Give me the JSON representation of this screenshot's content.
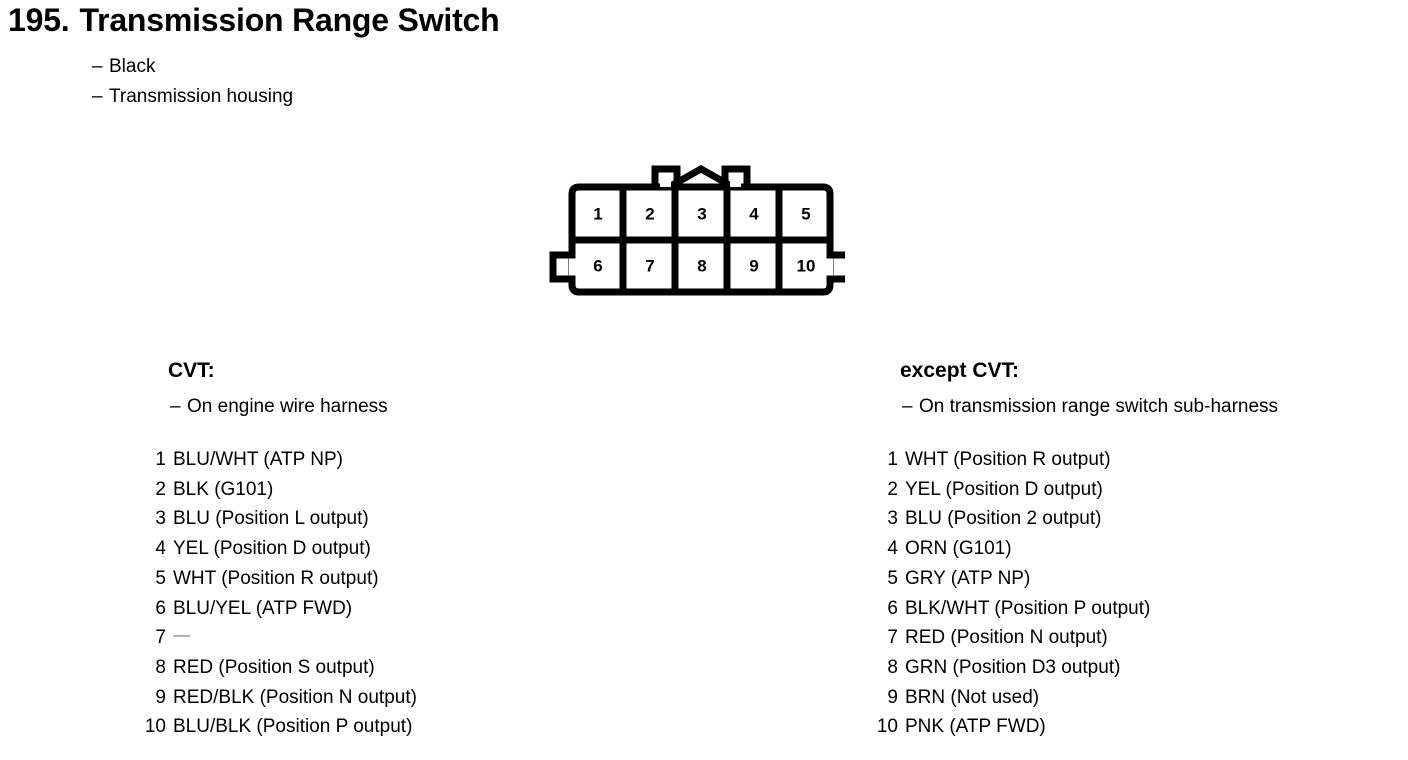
{
  "title": {
    "number": "195.",
    "name": "Transmission Range Switch"
  },
  "header_notes": [
    "Black",
    "Transmission housing"
  ],
  "connector": {
    "top_row": [
      "1",
      "2",
      "3",
      "4",
      "5"
    ],
    "bottom_row": [
      "6",
      "7",
      "8",
      "9",
      "10"
    ]
  },
  "columns": [
    {
      "title": "CVT:",
      "subtitle": "On engine wire harness",
      "pins": [
        {
          "idx": "1",
          "desc": "BLU/WHT (ATP NP)"
        },
        {
          "idx": "2",
          "desc": "BLK (G101)"
        },
        {
          "idx": "3",
          "desc": "BLU (Position L output)"
        },
        {
          "idx": "4",
          "desc": "YEL (Position D output)"
        },
        {
          "idx": "5",
          "desc": "WHT (Position R output)"
        },
        {
          "idx": "6",
          "desc": "BLU/YEL (ATP FWD)"
        },
        {
          "idx": "7",
          "desc": "—"
        },
        {
          "idx": "8",
          "desc": "RED (Position S output)"
        },
        {
          "idx": "9",
          "desc": "RED/BLK (Position N output)"
        },
        {
          "idx": "10",
          "desc": "BLU/BLK (Position P output)"
        }
      ]
    },
    {
      "title": "except CVT:",
      "subtitle": "On transmission range switch sub-harness",
      "pins": [
        {
          "idx": "1",
          "desc": "WHT (Position R output)"
        },
        {
          "idx": "2",
          "desc": "YEL (Position D output)"
        },
        {
          "idx": "3",
          "desc": "BLU (Position 2 output)"
        },
        {
          "idx": "4",
          "desc": "ORN (G101)"
        },
        {
          "idx": "5",
          "desc": "GRY (ATP NP)"
        },
        {
          "idx": "6",
          "desc": "BLK/WHT (Position P output)"
        },
        {
          "idx": "7",
          "desc": "RED (Position N output)"
        },
        {
          "idx": "8",
          "desc": "GRN (Position D3 output)"
        },
        {
          "idx": "9",
          "desc": "BRN (Not used)"
        },
        {
          "idx": "10",
          "desc": "PNK (ATP FWD)"
        }
      ]
    }
  ],
  "dash_bullet": "–"
}
